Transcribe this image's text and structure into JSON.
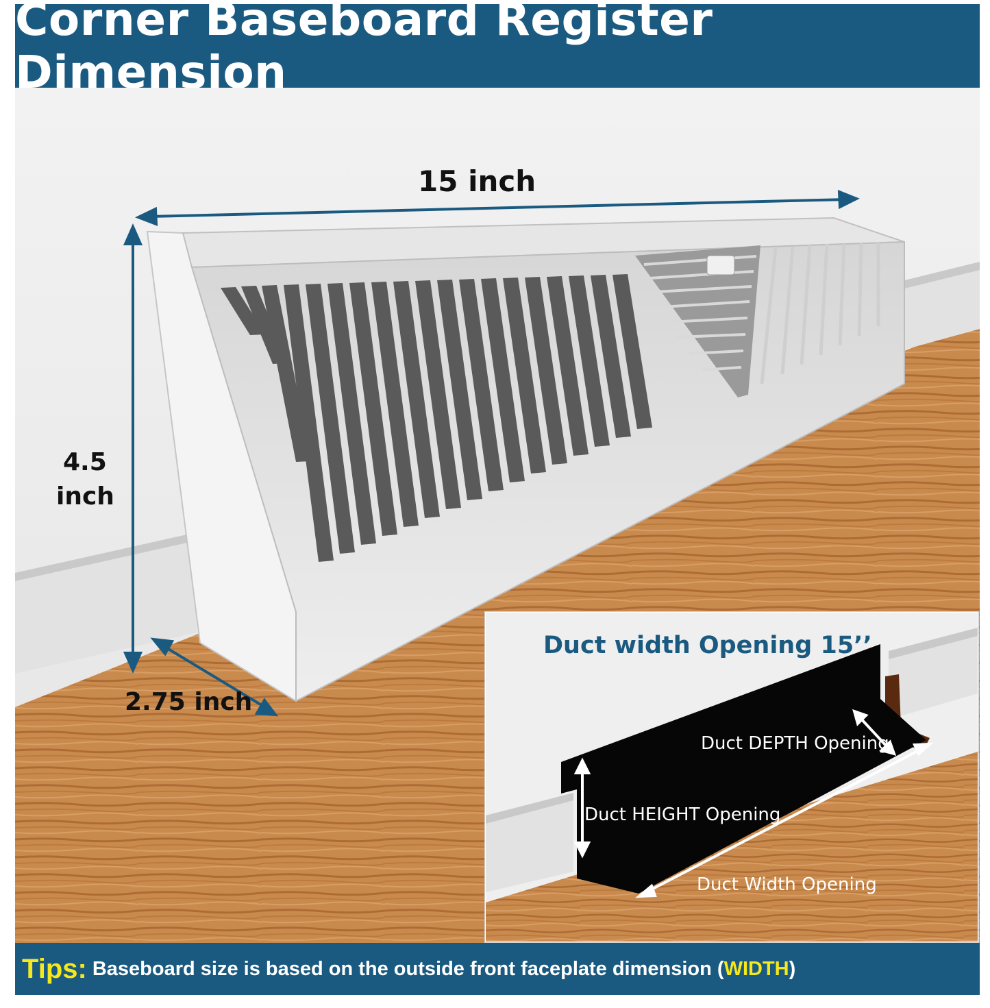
{
  "title": "Corner Baseboard Register Dimension",
  "dimensions": {
    "width_label": "15 inch",
    "height_label_line1": "4.5",
    "height_label_line2": "inch",
    "depth_label": "2.75 inch"
  },
  "inset": {
    "title": "Duct width Opening 15’’",
    "depth_label": "Duct DEPTH Opening",
    "height_label": "Duct HEIGHT Opening",
    "width_label": "Duct Width Opening"
  },
  "tips": {
    "key": "Tips:",
    "text_before": "Baseboard size is based on the outside front faceplate dimension (",
    "highlight": "WIDTH",
    "text_after": ")"
  },
  "colors": {
    "brand_blue": "#1b5a80",
    "tips_yellow": "#f5e81c",
    "wood": "#c8874a",
    "wall": "#ececec"
  }
}
